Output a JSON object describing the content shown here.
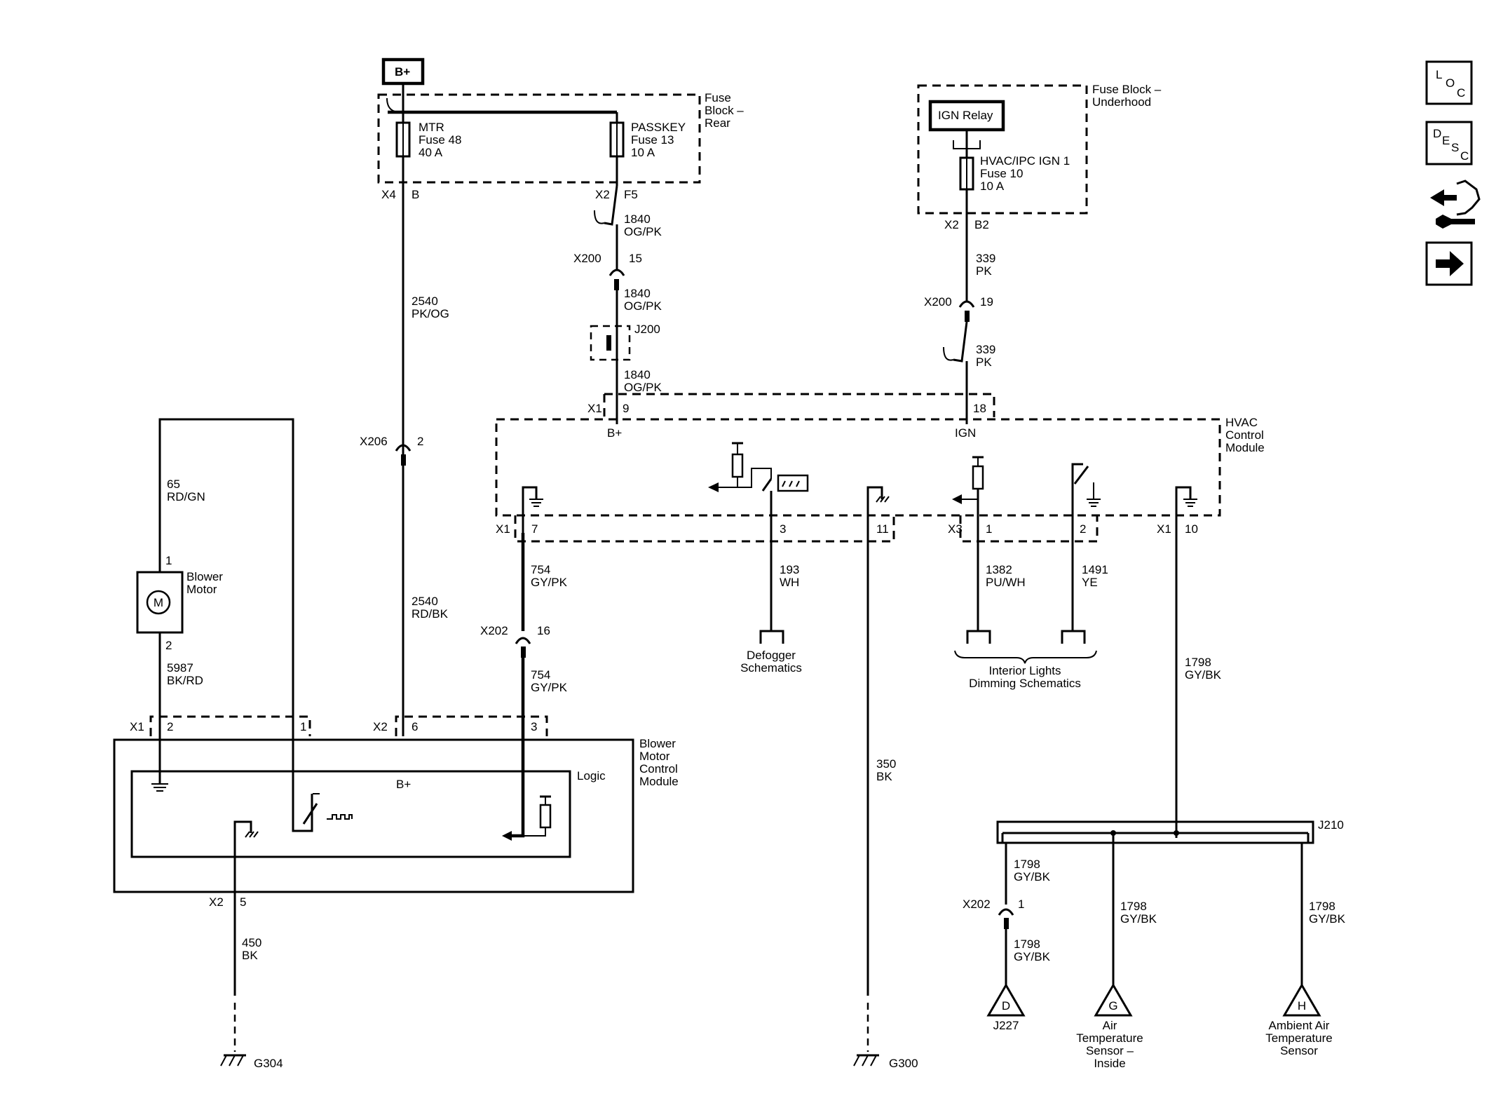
{
  "nav": {
    "loc": {
      "l": "L",
      "o": "O",
      "c": "C"
    },
    "desc": {
      "d": "D",
      "e": "E",
      "s": "S",
      "c": "C"
    }
  },
  "power": {
    "bplus": "B+",
    "ign_relay": "IGN Relay"
  },
  "fuse_block_rear": {
    "title": [
      "Fuse",
      "Block –",
      "Rear"
    ],
    "mtr": [
      "MTR",
      "Fuse 48",
      "40 A"
    ],
    "passkey": [
      "PASSKEY",
      "Fuse 13",
      "10 A"
    ],
    "x4": "X4",
    "b": "B",
    "x2": "X2",
    "f5": "F5"
  },
  "fuse_block_underhood": {
    "title": [
      "Fuse Block –",
      "Underhood"
    ],
    "hvac_fuse": [
      "HVAC/IPC IGN 1",
      "Fuse 10",
      "10 A"
    ],
    "x2": "X2",
    "b2": "B2"
  },
  "wires": {
    "w1840": [
      "1840",
      "OG/PK"
    ],
    "w2540a": [
      "2540",
      "PK/OG"
    ],
    "w2540b": [
      "2540",
      "RD/BK"
    ],
    "w339": [
      "339",
      "PK"
    ],
    "w65": [
      "65",
      "RD/GN"
    ],
    "w5987": [
      "5987",
      "BK/RD"
    ],
    "w754": [
      "754",
      "GY/PK"
    ],
    "w193": [
      "193",
      "WH"
    ],
    "w1382": [
      "1382",
      "PU/WH"
    ],
    "w1491": [
      "1491",
      "YE"
    ],
    "w1798": [
      "1798",
      "GY/BK"
    ],
    "w350": [
      "350",
      "BK"
    ],
    "w450": [
      "450",
      "BK"
    ]
  },
  "connectors": {
    "x200": "X200",
    "x206": "X206",
    "x202": "X202",
    "x1": "X1",
    "x2": "X2",
    "x3": "X3",
    "j200": "J200",
    "j210": "J210",
    "j227": "J227",
    "pins": {
      "p15": "15",
      "p19": "19",
      "p9": "9",
      "p18": "18",
      "p2": "2",
      "p16": "16",
      "p7": "7",
      "p3": "3",
      "p11": "11",
      "p1": "1",
      "p10": "10",
      "p6": "6",
      "p5": "5"
    }
  },
  "hvac_module": {
    "title": [
      "HVAC",
      "Control",
      "Module"
    ],
    "bplus": "B+",
    "ign": "IGN"
  },
  "blower_motor": {
    "label": [
      "Blower",
      "Motor"
    ],
    "symbol": "M",
    "pin_top": "1",
    "pin_bottom": "2"
  },
  "bmcm": {
    "title": [
      "Blower",
      "Motor",
      "Control",
      "Module"
    ],
    "logic": "Logic",
    "bplus": "B+"
  },
  "refs": {
    "defogger": [
      "Defogger",
      "Schematics"
    ],
    "interior": [
      "Interior Lights",
      "Dimming Schematics"
    ]
  },
  "grounds": {
    "g304": "G304",
    "g300": "G300"
  },
  "sensors": {
    "d": "D",
    "g": "G",
    "h": "H",
    "air_inside": [
      "Air",
      "Temperature",
      "Sensor –",
      "Inside"
    ],
    "ambient": [
      "Ambient Air",
      "Temperature",
      "Sensor"
    ]
  }
}
